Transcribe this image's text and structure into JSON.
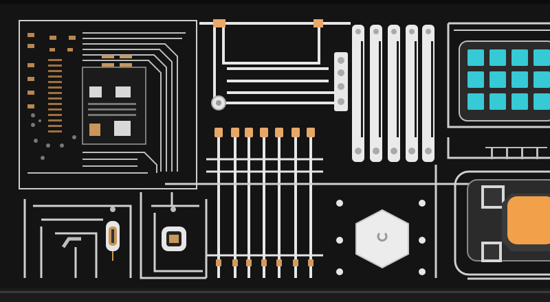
{
  "scene": {
    "subject": "circuit-board-illustration",
    "colors": {
      "background": "#141414",
      "trace": "#d9d9d9",
      "trace_dark": "#8a8a8a",
      "copper": "#c9975a",
      "display_cell": "#36c9d6",
      "display_bezel": "#2a2a2a",
      "chip_pad": "#f2a14a",
      "hex_nut": "#ececec"
    },
    "display_cells": 12,
    "resistor_count": 7,
    "vertical_bars": 5
  }
}
